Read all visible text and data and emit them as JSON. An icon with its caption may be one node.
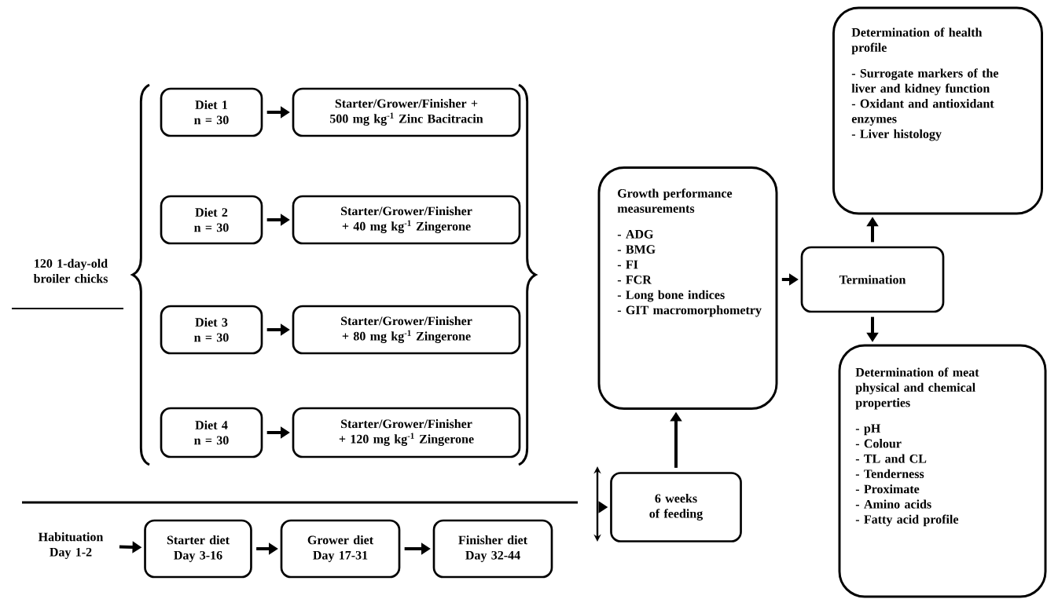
{
  "diagram": {
    "nodes": [
      {
        "text": [
          "120 1-day-old broiler chicks"
        ]
      },
      {
        "text": [
          "Diet 1 n = 30"
        ]
      },
      {
        "text": [
          "Starter/Grower/Finisher + 500 mg kg$^{-1}$ Zinc Bacitracin"
        ]
      },
      {
        "text": [
          "Diet 2 n = 30"
        ]
      },
      {
        "text": [
          "Starter/Grower/Finisher + 40 mg kg$^{-1}$ Zingerone"
        ]
      },
      {
        "text": [
          "Diet 3 n = 30"
        ]
      },
      {
        "text": [
          "Starter/Grower/Finisher + 80 mg kg$^{-1}$ Zingerone"
        ]
      },
      {
        "text": [
          "Diet 4 n = 30"
        ]
      },
      {
        "text": [
          "Starter/Grower/Finisher + 120 mg kg$^{-1}$ Zingerone"
        ]
      },
      {
        "text": [
          "Habituation Day 1-2"
        ]
      },
      {
        "text": [
          "Starter diet Day 3-16"
        ]
      },
      {
        "text": [
          "Grower diet Day 17-31"
        ]
      },
      {
        "text": [
          "Finisher diet Day 32-44"
        ]
      },
      {
        "text": [
          "6 weeks of feeding"
        ]
      },
      {
        "text": [
          "Growth performance measurements",
          "- ADG",
          "- BMG",
          "- FI",
          "- FCR",
          "- Long bone indices",
          "- GIT macromorphometry"
        ]
      },
      {
        "text": [
          "Termination"
        ]
      },
      {
        "text": [
          "Determination of health profile",
          "- Surrogate markers of the liver and kidney function",
          "- Oxidant and antioxidant enzymes",
          "- Liver histology"
        ]
      },
      {
        "text": [
          "Determination of meat physical and chemical properties",
          "- pH",
          "- Colour",
          "- TL and CL",
          "- Tenderness",
          "- Proximate",
          "- Amino acids",
          "- Fatty acid profile"
        ]
      }
    ],
    "edges": [
      {
        "from": 1,
        "to": 2,
        "arrow": "to"
      },
      {
        "from": 3,
        "to": 4,
        "arrow": "to"
      },
      {
        "from": 5,
        "to": 6,
        "arrow": "to"
      },
      {
        "from": 7,
        "to": 8,
        "arrow": "to"
      },
      {
        "from": 9,
        "to": 10,
        "arrow": "to"
      },
      {
        "from": 10,
        "to": 11,
        "arrow": "to"
      },
      {
        "from": 11,
        "to": 12,
        "arrow": "to"
      },
      {
        "from": null,
        "to": 13,
        "arrow": "to"
      },
      {
        "from": 13,
        "to": 14,
        "arrow": "to"
      },
      {
        "from": 14,
        "to": 15,
        "arrow": "to"
      },
      {
        "from": 15,
        "to": 16,
        "arrow": "to"
      },
      {
        "from": 15,
        "to": 17,
        "arrow": "to"
      }
    ]
  }
}
